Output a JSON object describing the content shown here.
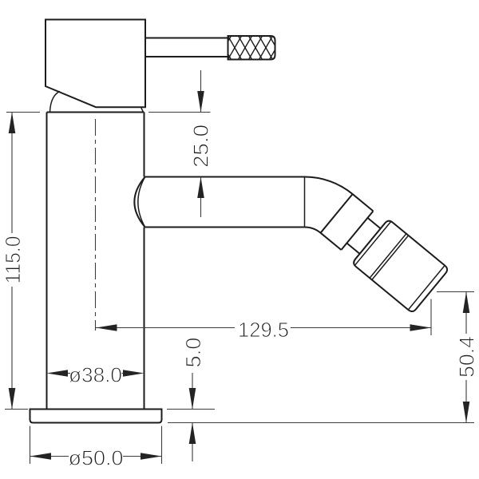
{
  "drawing": {
    "kind": "technical dimension drawing",
    "subject": "single-lever basin/bidet mixer tap, side elevation",
    "background_color": "#ffffff",
    "outline_color": "#1c1c1c",
    "dimension_color": "#3c3c3c",
    "units": "mm",
    "dimensions": {
      "body_height": {
        "value": "115.0",
        "measures": "mounting flange top to body top",
        "orientation": "vertical-left"
      },
      "spout_offset": {
        "value": "25.0",
        "measures": "body top to spout top edge",
        "orientation": "vertical-middle"
      },
      "body_diameter": {
        "value": "ø38.0",
        "measures": "body diameter",
        "orientation": "horizontal-on-body"
      },
      "spout_reach": {
        "value": "129.5",
        "measures": "body centerline to outlet center",
        "orientation": "horizontal-middle"
      },
      "outlet_height": {
        "value": "50.4",
        "measures": "base underside to outlet center",
        "orientation": "vertical-right"
      },
      "base_thickness": {
        "value": "5.0",
        "measures": "base flange thickness",
        "orientation": "vertical-middle"
      },
      "base_diameter": {
        "value": "ø50.0",
        "measures": "base flange diameter",
        "orientation": "horizontal-bottom"
      }
    },
    "parts": [
      "handle cap",
      "lever with knurled grip",
      "body cylinder",
      "spout tube",
      "angled elbow",
      "aerator head",
      "base flange"
    ]
  }
}
